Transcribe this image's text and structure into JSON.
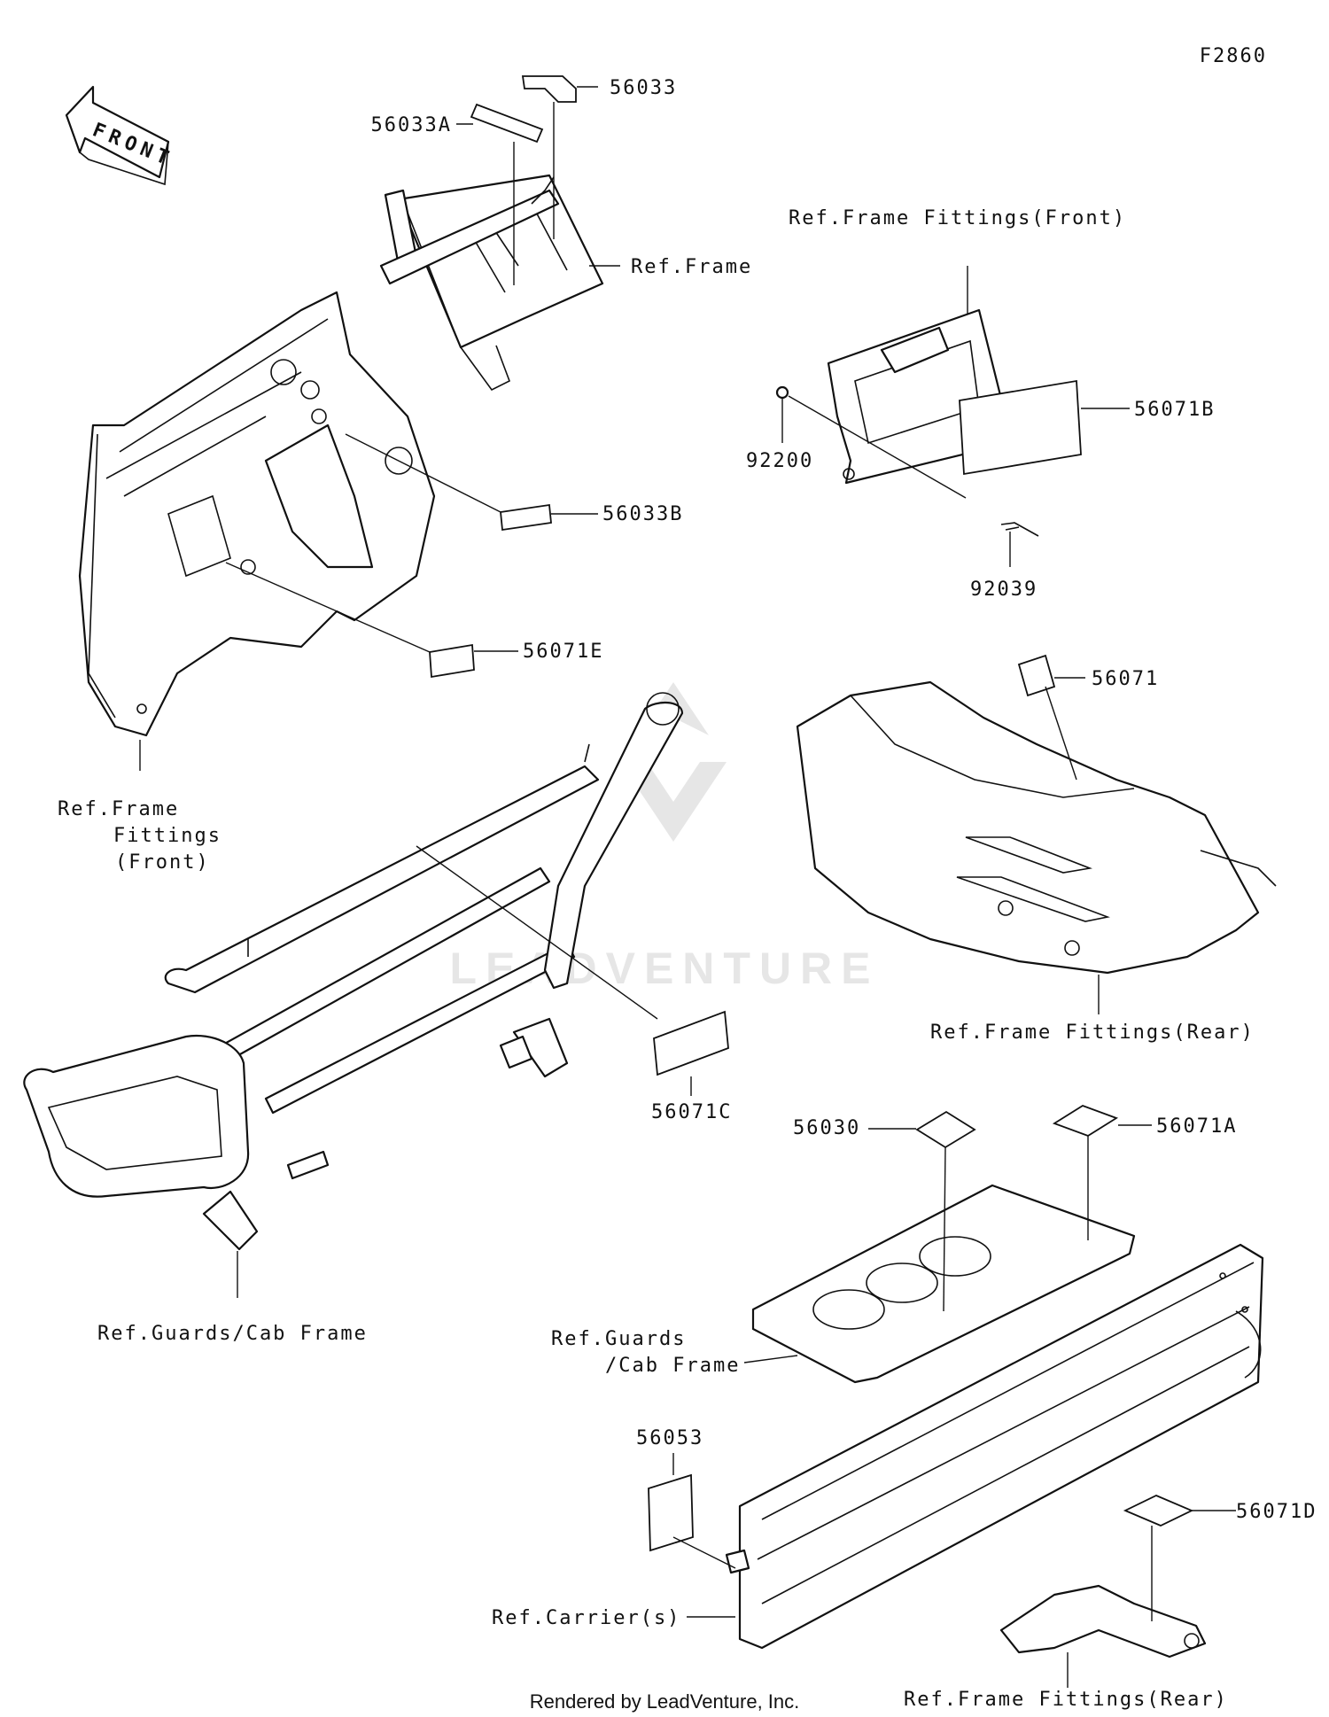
{
  "figure_code": "F2860",
  "front_arrow_label": "FRONT",
  "watermark": "LEADVENTURE",
  "footer_text": "Rendered by LeadVenture, Inc.",
  "labels": {
    "p56033": "56033",
    "p56033A": "56033A",
    "ref_frame": "Ref.Frame",
    "ref_ff_front_top": "Ref.Frame Fittings(Front)",
    "p56033B": "56033B",
    "p56071B": "56071B",
    "p92200": "92200",
    "p92039": "92039",
    "p56071E": "56071E",
    "ref_frame_left": "Ref.Frame",
    "ref_fittings_left": "Fittings",
    "ref_front_left": "(Front)",
    "p56071": "56071",
    "ref_ff_rear_mid": "Ref.Frame Fittings(Rear)",
    "p56071C": "56071C",
    "p56030": "56030",
    "p56071A": "56071A",
    "ref_guards_left": "Ref.Guards/Cab Frame",
    "ref_guards_mid_1": "Ref.Guards",
    "ref_guards_mid_2": "/Cab Frame",
    "p56053": "56053",
    "p56071D": "56071D",
    "ref_carriers": "Ref.Carrier(s)",
    "ref_ff_rear_bottom": "Ref.Frame Fittings(Rear)"
  },
  "colors": {
    "line": "#111111",
    "background": "#ffffff",
    "watermark": "#e6e6e6"
  }
}
